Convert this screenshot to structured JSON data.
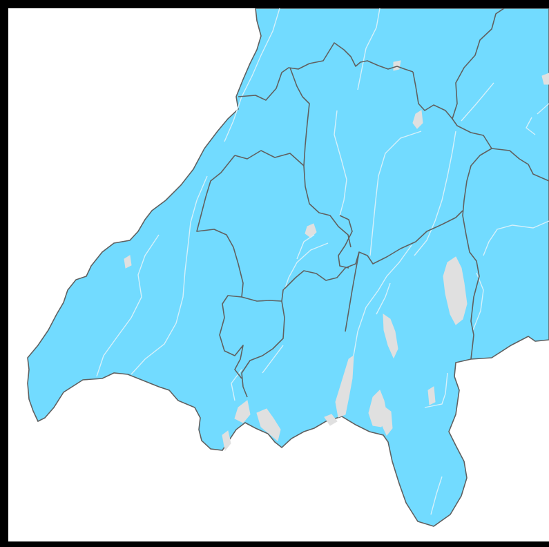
{
  "map": {
    "colors": {
      "land": "#72dbff",
      "lake": "#e0e0e0",
      "river": "#d6f0fa",
      "boundary": "#606060",
      "coastline": "#606060",
      "background": "#ffffff",
      "frame": "#000000"
    },
    "regions": [
      "region-1",
      "region-2",
      "region-3",
      "region-4",
      "region-5",
      "region-6",
      "region-7",
      "region-8",
      "region-9",
      "region-10"
    ],
    "labels": []
  }
}
